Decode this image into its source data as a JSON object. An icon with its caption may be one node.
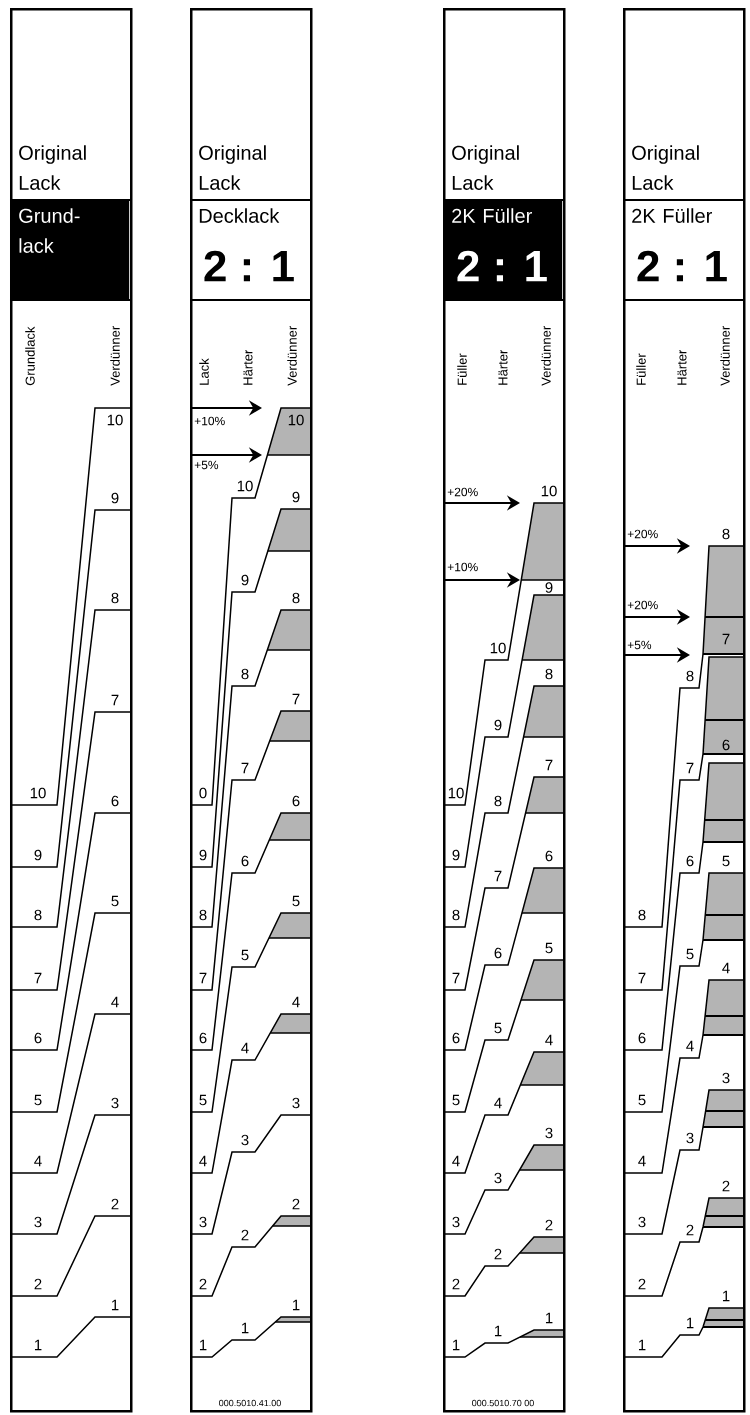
{
  "diagram": {
    "nodes": [
      {
        "text": [
          "Original Lack"
        ]
      },
      {
        "text": [
          "Grund- lack"
        ],
        "in": 0
      },
      {
        "text": [
          "Original Lack"
        ]
      },
      {
        "text": [
          "Decklack",
          "2 : 1"
        ],
        "in": 2
      },
      {
        "text": [
          "Original Lack"
        ]
      },
      {
        "text": [
          "2K Füller",
          "2 : 1"
        ],
        "in": 4
      },
      {
        "text": [
          "Original Lack"
        ]
      },
      {
        "text": [
          "2K Füller",
          "2 : 1"
        ],
        "in": 6
      }
    ],
    "labels": [
      "Grundlack",
      "Verdünner",
      "10",
      "9",
      "8",
      "7",
      "6",
      "5",
      "4",
      "3",
      "2",
      "1",
      "10",
      "9",
      "8",
      "7",
      "6",
      "5",
      "4",
      "3",
      "2",
      "1",
      "Lack",
      "Härter",
      "Verdünner",
      "+10%",
      "+5%",
      "10",
      "9",
      "8",
      "7",
      "6",
      "5",
      "4",
      "3",
      "2",
      "1",
      "10",
      "9",
      "8",
      "7",
      "6",
      "5",
      "4",
      "3",
      "2",
      "1",
      "0",
      "9",
      "8",
      "7",
      "6",
      "5",
      "4",
      "3",
      "2",
      "1",
      "000.5010.41.00",
      "Füller",
      "Härter",
      "Verdünner",
      "+20%",
      "+10%",
      "10",
      "9",
      "8",
      "7",
      "6",
      "5",
      "4",
      "3",
      "2",
      "1",
      "10",
      "9",
      "8",
      "7",
      "6",
      "5",
      "4",
      "3",
      "2",
      "1",
      "10",
      "9",
      "8",
      "7",
      "6",
      "5",
      "4",
      "3",
      "2",
      "1",
      "000.5010.70 00",
      "Füller",
      "Härter",
      "Verdünner",
      "+20%",
      "+20%",
      "+5%",
      "8",
      "7",
      "6",
      "5",
      "4",
      "3",
      "2",
      "1",
      "8",
      "7",
      "6",
      "5",
      "4",
      "3",
      "2",
      "1",
      "8",
      "7",
      "6",
      "5",
      "4",
      "3",
      "2",
      "1"
    ]
  }
}
